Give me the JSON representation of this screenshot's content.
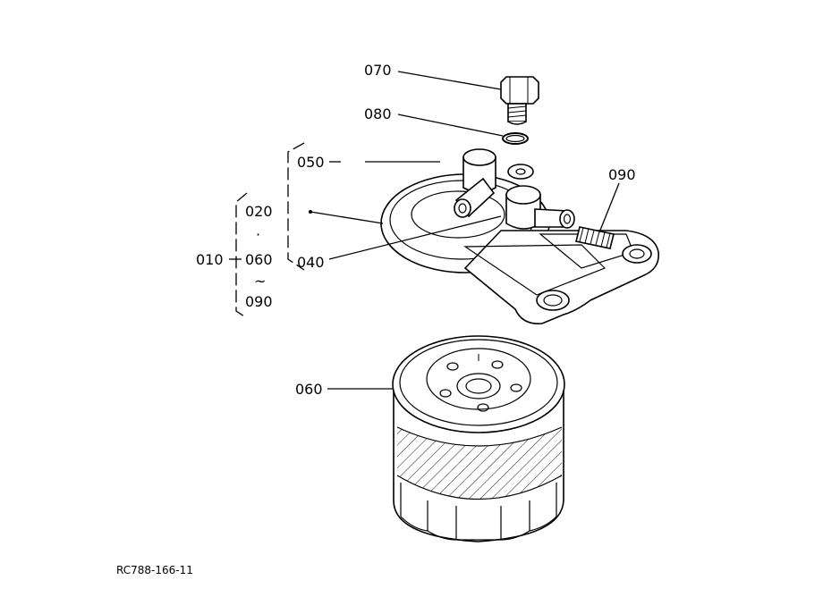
{
  "callouts": {
    "c070": "070",
    "c080": "080",
    "c050": "050",
    "c090": "090",
    "c020": "020",
    "c060a": "060",
    "c090b": "090",
    "c010": "010",
    "c040": "040",
    "c060b": "060",
    "dot": "·",
    "tilde": "~"
  },
  "reference_code": "RC788-166-11"
}
